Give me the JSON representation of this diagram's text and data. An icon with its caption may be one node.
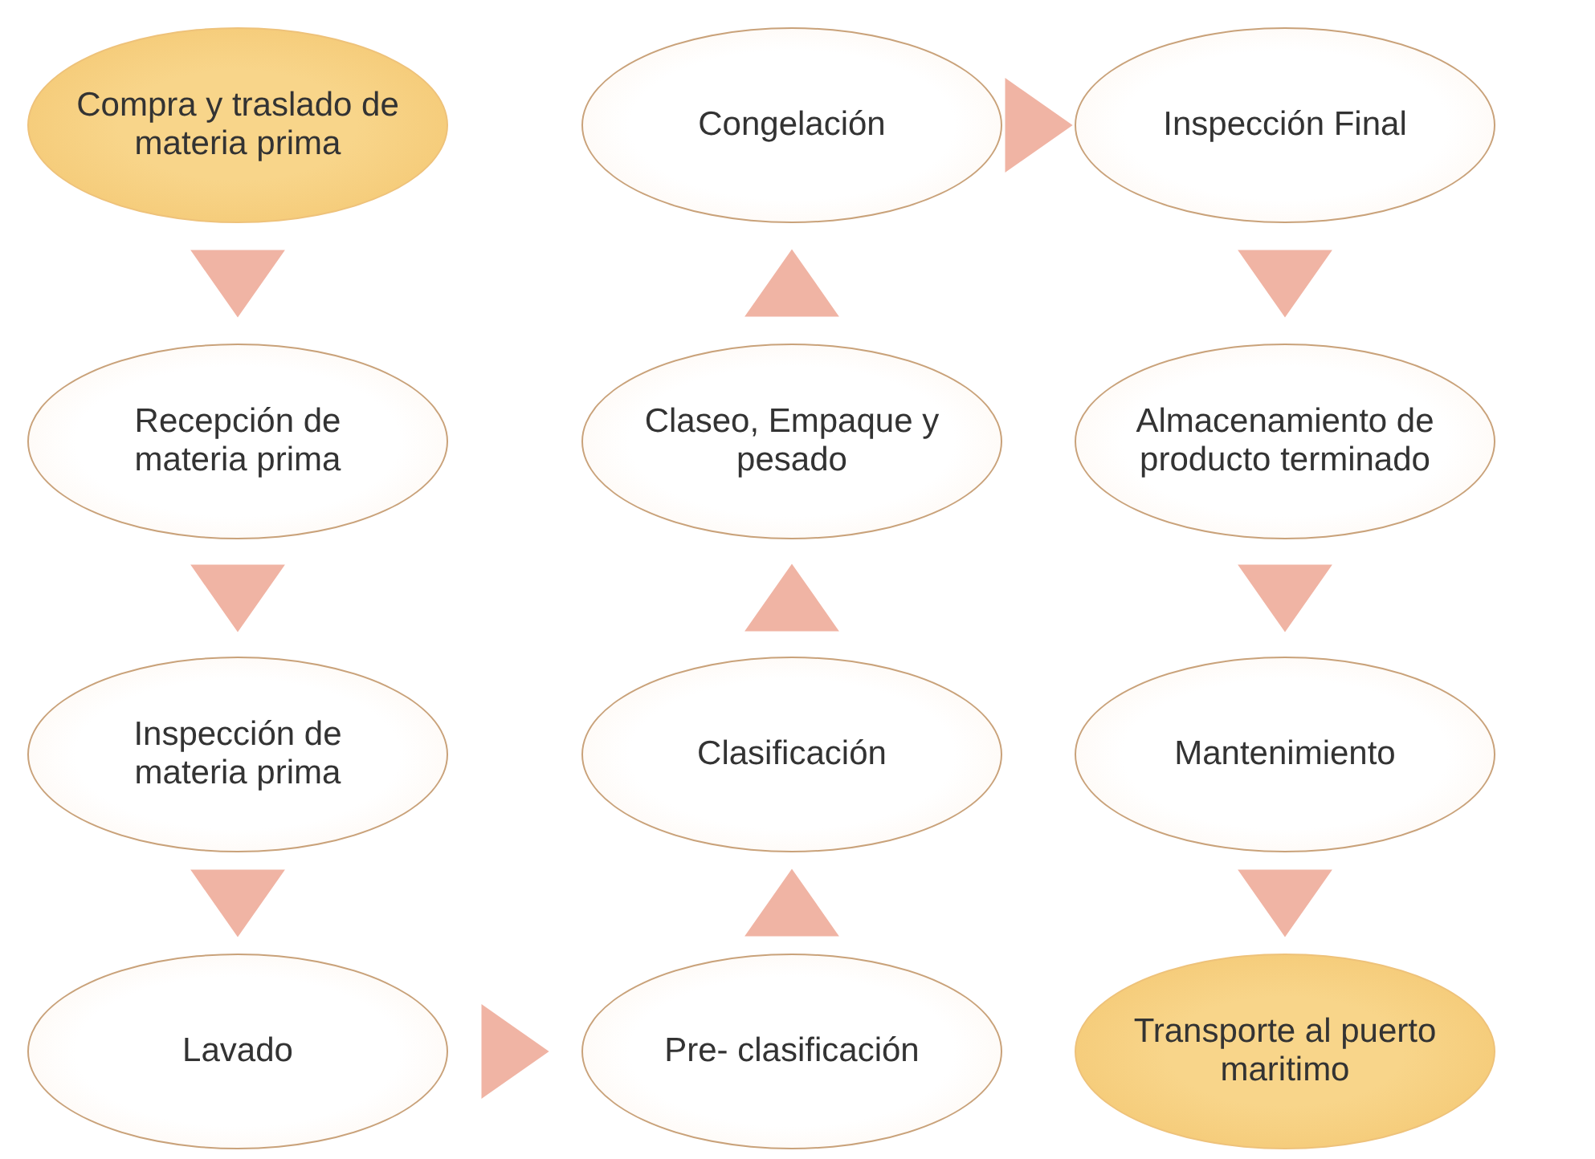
{
  "diagram": {
    "nodes": [
      {
        "text": [
          "Compra y traslado de materia prima"
        ]
      },
      {
        "text": [
          "Recepción de materia prima"
        ]
      },
      {
        "text": [
          "Inspección de materia prima"
        ]
      },
      {
        "text": [
          "Lavado"
        ]
      },
      {
        "text": [
          "Pre- clasificación"
        ]
      },
      {
        "text": [
          "Clasificación"
        ]
      },
      {
        "text": [
          "Claseo, Empaque y pesado"
        ]
      },
      {
        "text": [
          "Congelación"
        ]
      },
      {
        "text": [
          "Inspección Final"
        ]
      },
      {
        "text": [
          "Almacenamiento de producto terminado"
        ]
      },
      {
        "text": [
          "Mantenimiento"
        ]
      },
      {
        "text": [
          "Transporte al puerto maritimo"
        ]
      }
    ],
    "edges": [
      {
        "from": 0,
        "to": 1,
        "arrow": "to"
      },
      {
        "from": 1,
        "to": 2,
        "arrow": "to"
      },
      {
        "from": 2,
        "to": 3,
        "arrow": "to"
      },
      {
        "from": 3,
        "to": 4,
        "arrow": "to"
      },
      {
        "from": 4,
        "to": 5,
        "arrow": "to"
      },
      {
        "from": 5,
        "to": 6,
        "arrow": "to"
      },
      {
        "from": 6,
        "to": 7,
        "arrow": "to"
      },
      {
        "from": 7,
        "to": 8,
        "arrow": "to"
      },
      {
        "from": 8,
        "to": 9,
        "arrow": "to"
      },
      {
        "from": 9,
        "to": 10,
        "arrow": "to"
      },
      {
        "from": 10,
        "to": 11,
        "arrow": "to"
      }
    ]
  }
}
